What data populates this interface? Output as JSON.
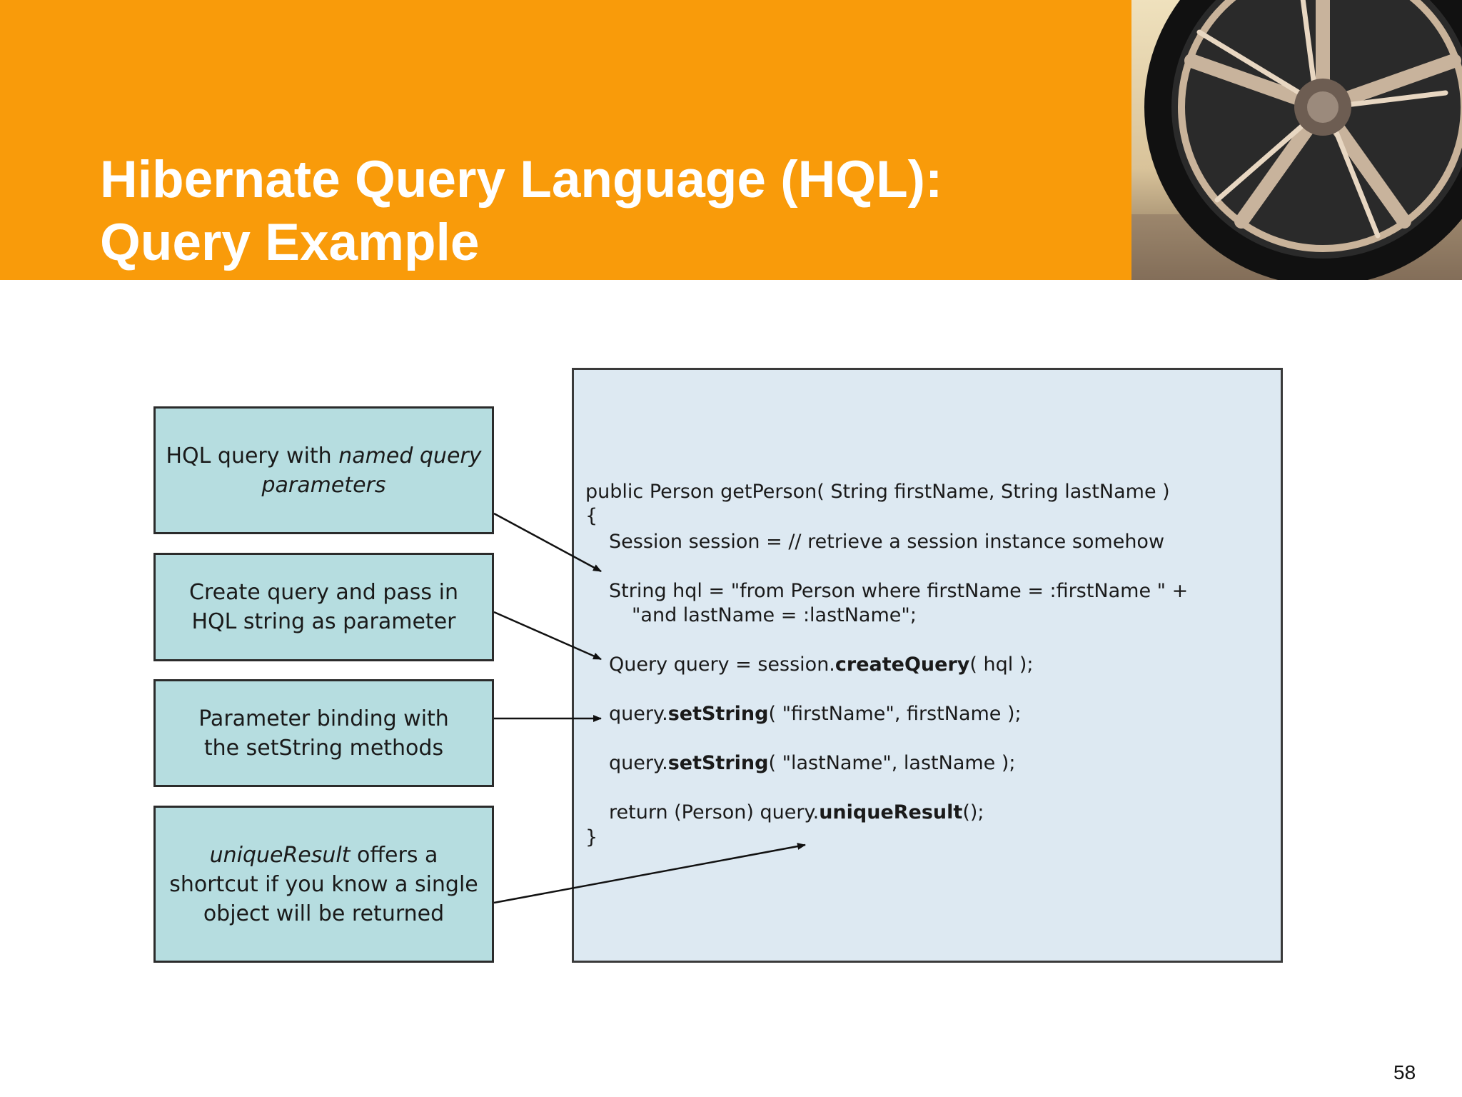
{
  "slide": {
    "title_line1": "Hibernate Query Language (HQL):",
    "title_line2": "Query Example",
    "page_number": "58"
  },
  "colors": {
    "header": "#f99b0a",
    "callout_fill": "#b6dde0",
    "code_panel_fill": "#dde9f2"
  },
  "callouts": {
    "c1": {
      "pre": "HQL query with ",
      "em": "named query parameters"
    },
    "c2": {
      "line1": "Create query and pass in",
      "line2": "HQL string as parameter"
    },
    "c3": {
      "line1": "Parameter binding with",
      "line2": "the setString methods"
    },
    "c4": {
      "em": "uniqueResult",
      "post": " offers a shortcut if you know a single object will be returned"
    }
  },
  "code": {
    "l1": "public Person getPerson( String firstName, String lastName )",
    "l2": "{",
    "l3": "Session session = // retrieve a session instance somehow",
    "l4": "String hql = \"from Person where firstName = :firstName \" +",
    "l5": "\"and lastName = :lastName\";",
    "l6": {
      "a": "Query query = session.",
      "b": "createQuery",
      "c": "( hql );"
    },
    "l7": {
      "a": "query.",
      "b": "setString",
      "c": "( \"firstName\", firstName );"
    },
    "l8": {
      "a": "query.",
      "b": "setString",
      "c": "( \"lastName\", lastName );"
    },
    "l9": {
      "a": "return (Person) query.",
      "b": "uniqueResult",
      "c": "();"
    },
    "l10": "}"
  }
}
